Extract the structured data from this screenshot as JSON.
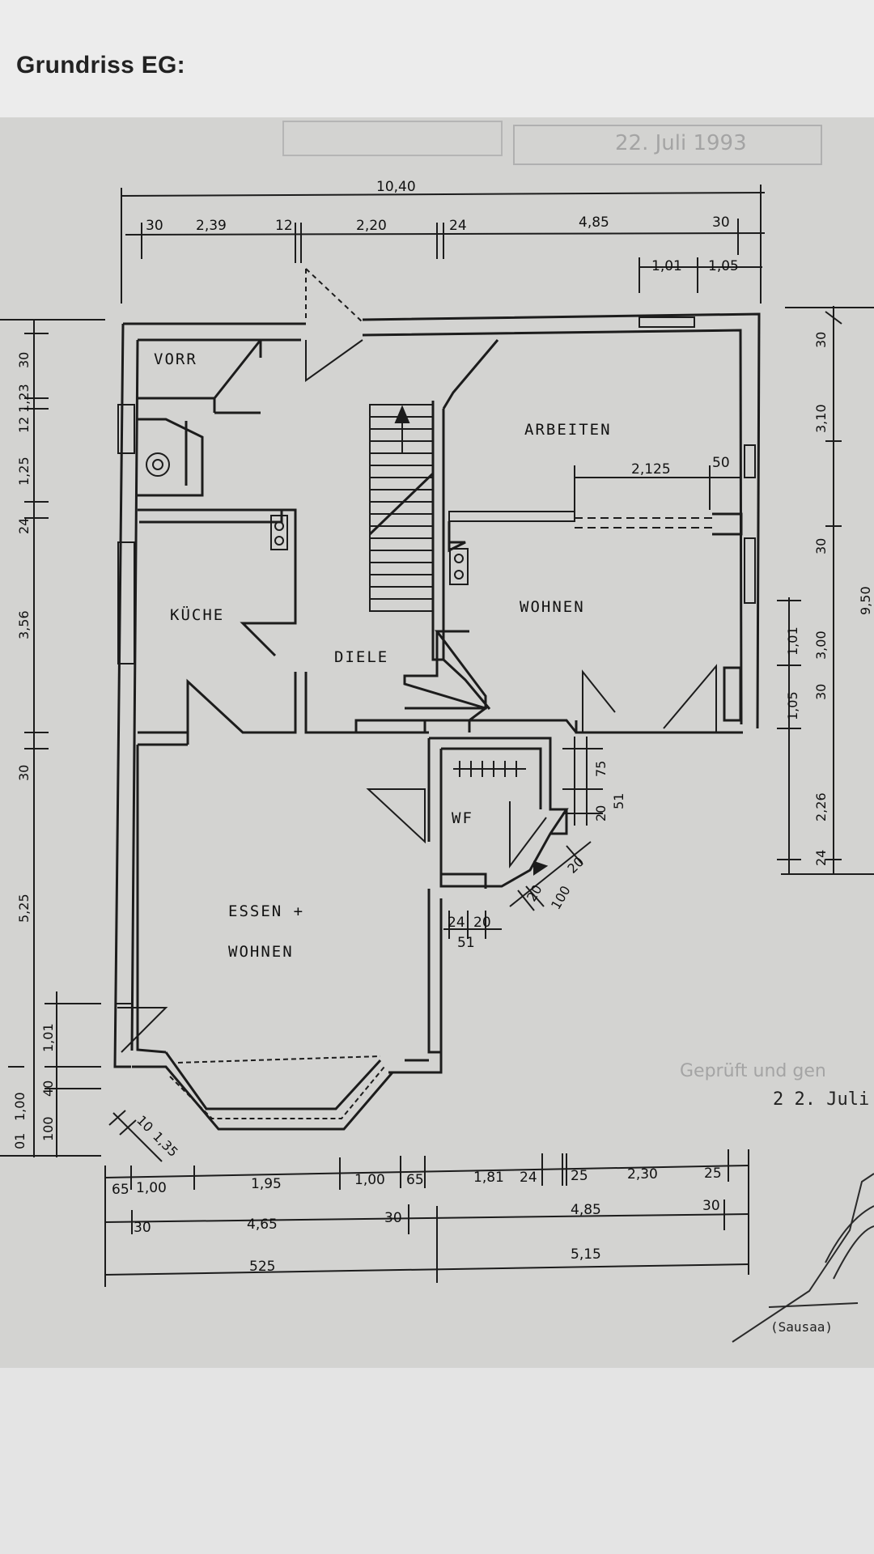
{
  "heading": "Grundriss EG:",
  "stamp": {
    "date": "22. Juli 1993",
    "check_text": "Geprüft und gen",
    "check_date": "2 2. Juli",
    "signature_name": "(Sausaa)"
  },
  "rooms": {
    "vorr": "VORR",
    "arbeiten": "ARBEITEN",
    "kueche": "KÜCHE",
    "diele": "DIELE",
    "wohnen": "WOHNEN",
    "wf": "WF",
    "essen_line1": "ESSEN +",
    "essen_line2": "WOHNEN"
  },
  "dimensions": {
    "top_total": "10,40",
    "top_segments": [
      "30",
      "2,39",
      "12",
      "2,20",
      "24",
      "4,85",
      "30"
    ],
    "top_window": [
      "1,01",
      "1,05"
    ],
    "arbeiten_width": "2,125",
    "arbeiten_offset": "50",
    "right_chain": [
      "30",
      "3,10",
      "30",
      "3,00",
      "30",
      "2,26",
      "24"
    ],
    "right_window": [
      "1,01",
      "1,05"
    ],
    "right_total": "9,50",
    "left_chain": [
      "30",
      "1,23",
      "12",
      "1,25",
      "24",
      "3,56",
      "30",
      "5,25"
    ],
    "left_bottom": [
      "1,01",
      "40",
      "1,00",
      "100",
      "01"
    ],
    "wf_dims": [
      "75",
      "51",
      "20",
      "20",
      "20",
      "100",
      "24",
      "20",
      "51"
    ],
    "bay_dims": [
      "10",
      "1,35"
    ],
    "bottom_row1": [
      "65",
      "1,00",
      "1,95",
      "1,00",
      "65",
      "1,81",
      "24",
      "25",
      "2,30",
      "25"
    ],
    "bottom_row2": [
      "30",
      "4,65",
      "30",
      "4,85",
      "30"
    ],
    "bottom_row3": [
      "525",
      "5,15"
    ]
  }
}
